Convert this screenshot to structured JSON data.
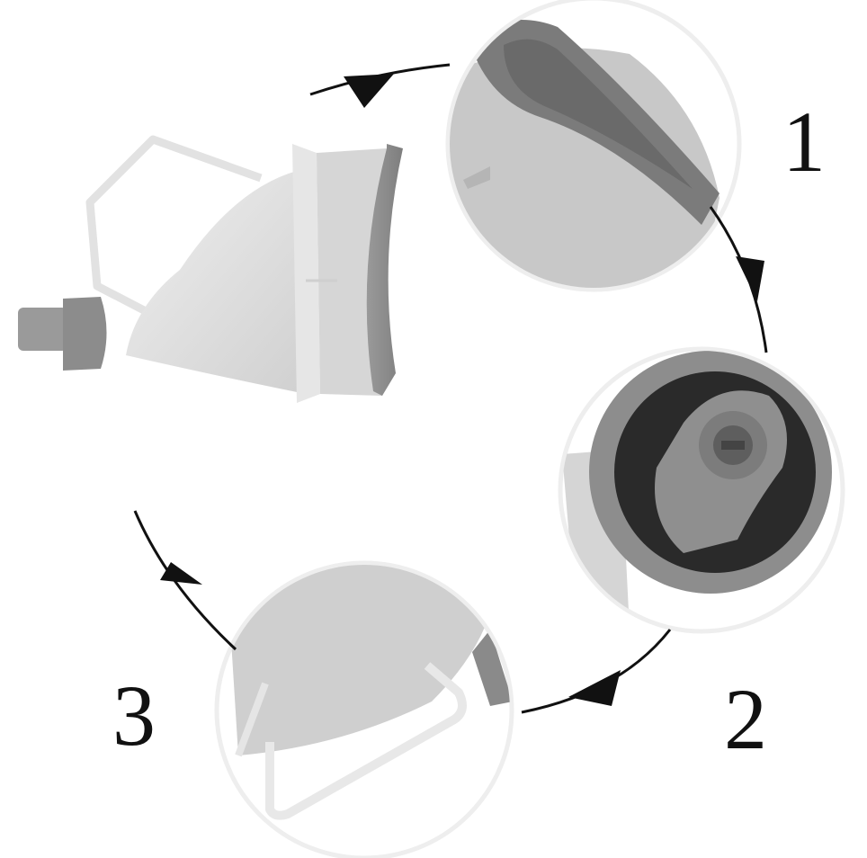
{
  "image": {
    "subject": "portable urinal funnel with detail callouts",
    "background": "#ffffff",
    "colors": {
      "body_light_gray": "#dcdcdc",
      "rubber_gray": "#8f8f8f",
      "dark_interior": "#2a2a2a",
      "arrow_black": "#111111",
      "circle_border": "#f4f4f4"
    }
  },
  "callouts": [
    {
      "label": "1",
      "detail": "rim-closeup"
    },
    {
      "label": "2",
      "detail": "outlet-cap-closeup"
    },
    {
      "label": "3",
      "detail": "handle-closeup"
    }
  ]
}
